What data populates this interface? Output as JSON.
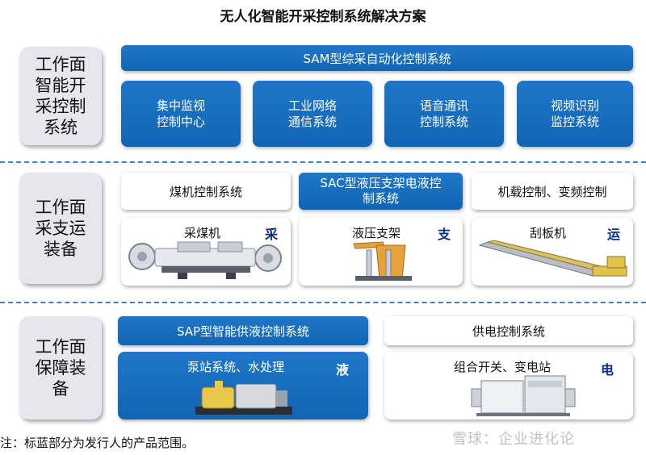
{
  "title": "无人化智能开采控制系统解决方案",
  "rows": [
    {
      "label": "工作面\n智能开\n采控制\n系统"
    },
    {
      "label": "工作面\n采支运\n装备"
    },
    {
      "label": "工作面\n保障装\n备"
    }
  ],
  "sam_bar": "SAM型综采自动化控制系统",
  "sam_tiles": [
    "集中监视\n控制中心",
    "工业网络\n通信系统",
    "语音通讯\n控制系统",
    "视频识别\n监控系统"
  ],
  "mid_bars": [
    "煤机控制系统",
    "SAC型液压支架电液控\n制系统",
    "机载控制、变频控制"
  ],
  "mid_panels": [
    {
      "name": "采煤机",
      "char": "采"
    },
    {
      "name": "液压支架",
      "char": "支"
    },
    {
      "name": "刮板机",
      "char": "运"
    }
  ],
  "bottom_bars": [
    "SAP型智能供液控制系统",
    "供电控制系统"
  ],
  "bottom_panels": [
    {
      "name": "泵站系统、水处理",
      "char": "液"
    },
    {
      "name": "组合开关、变电站",
      "char": "电"
    }
  ],
  "note": "注：标蓝部分为发行人的产品范围。",
  "watermark": "雪球：企业进化论"
}
